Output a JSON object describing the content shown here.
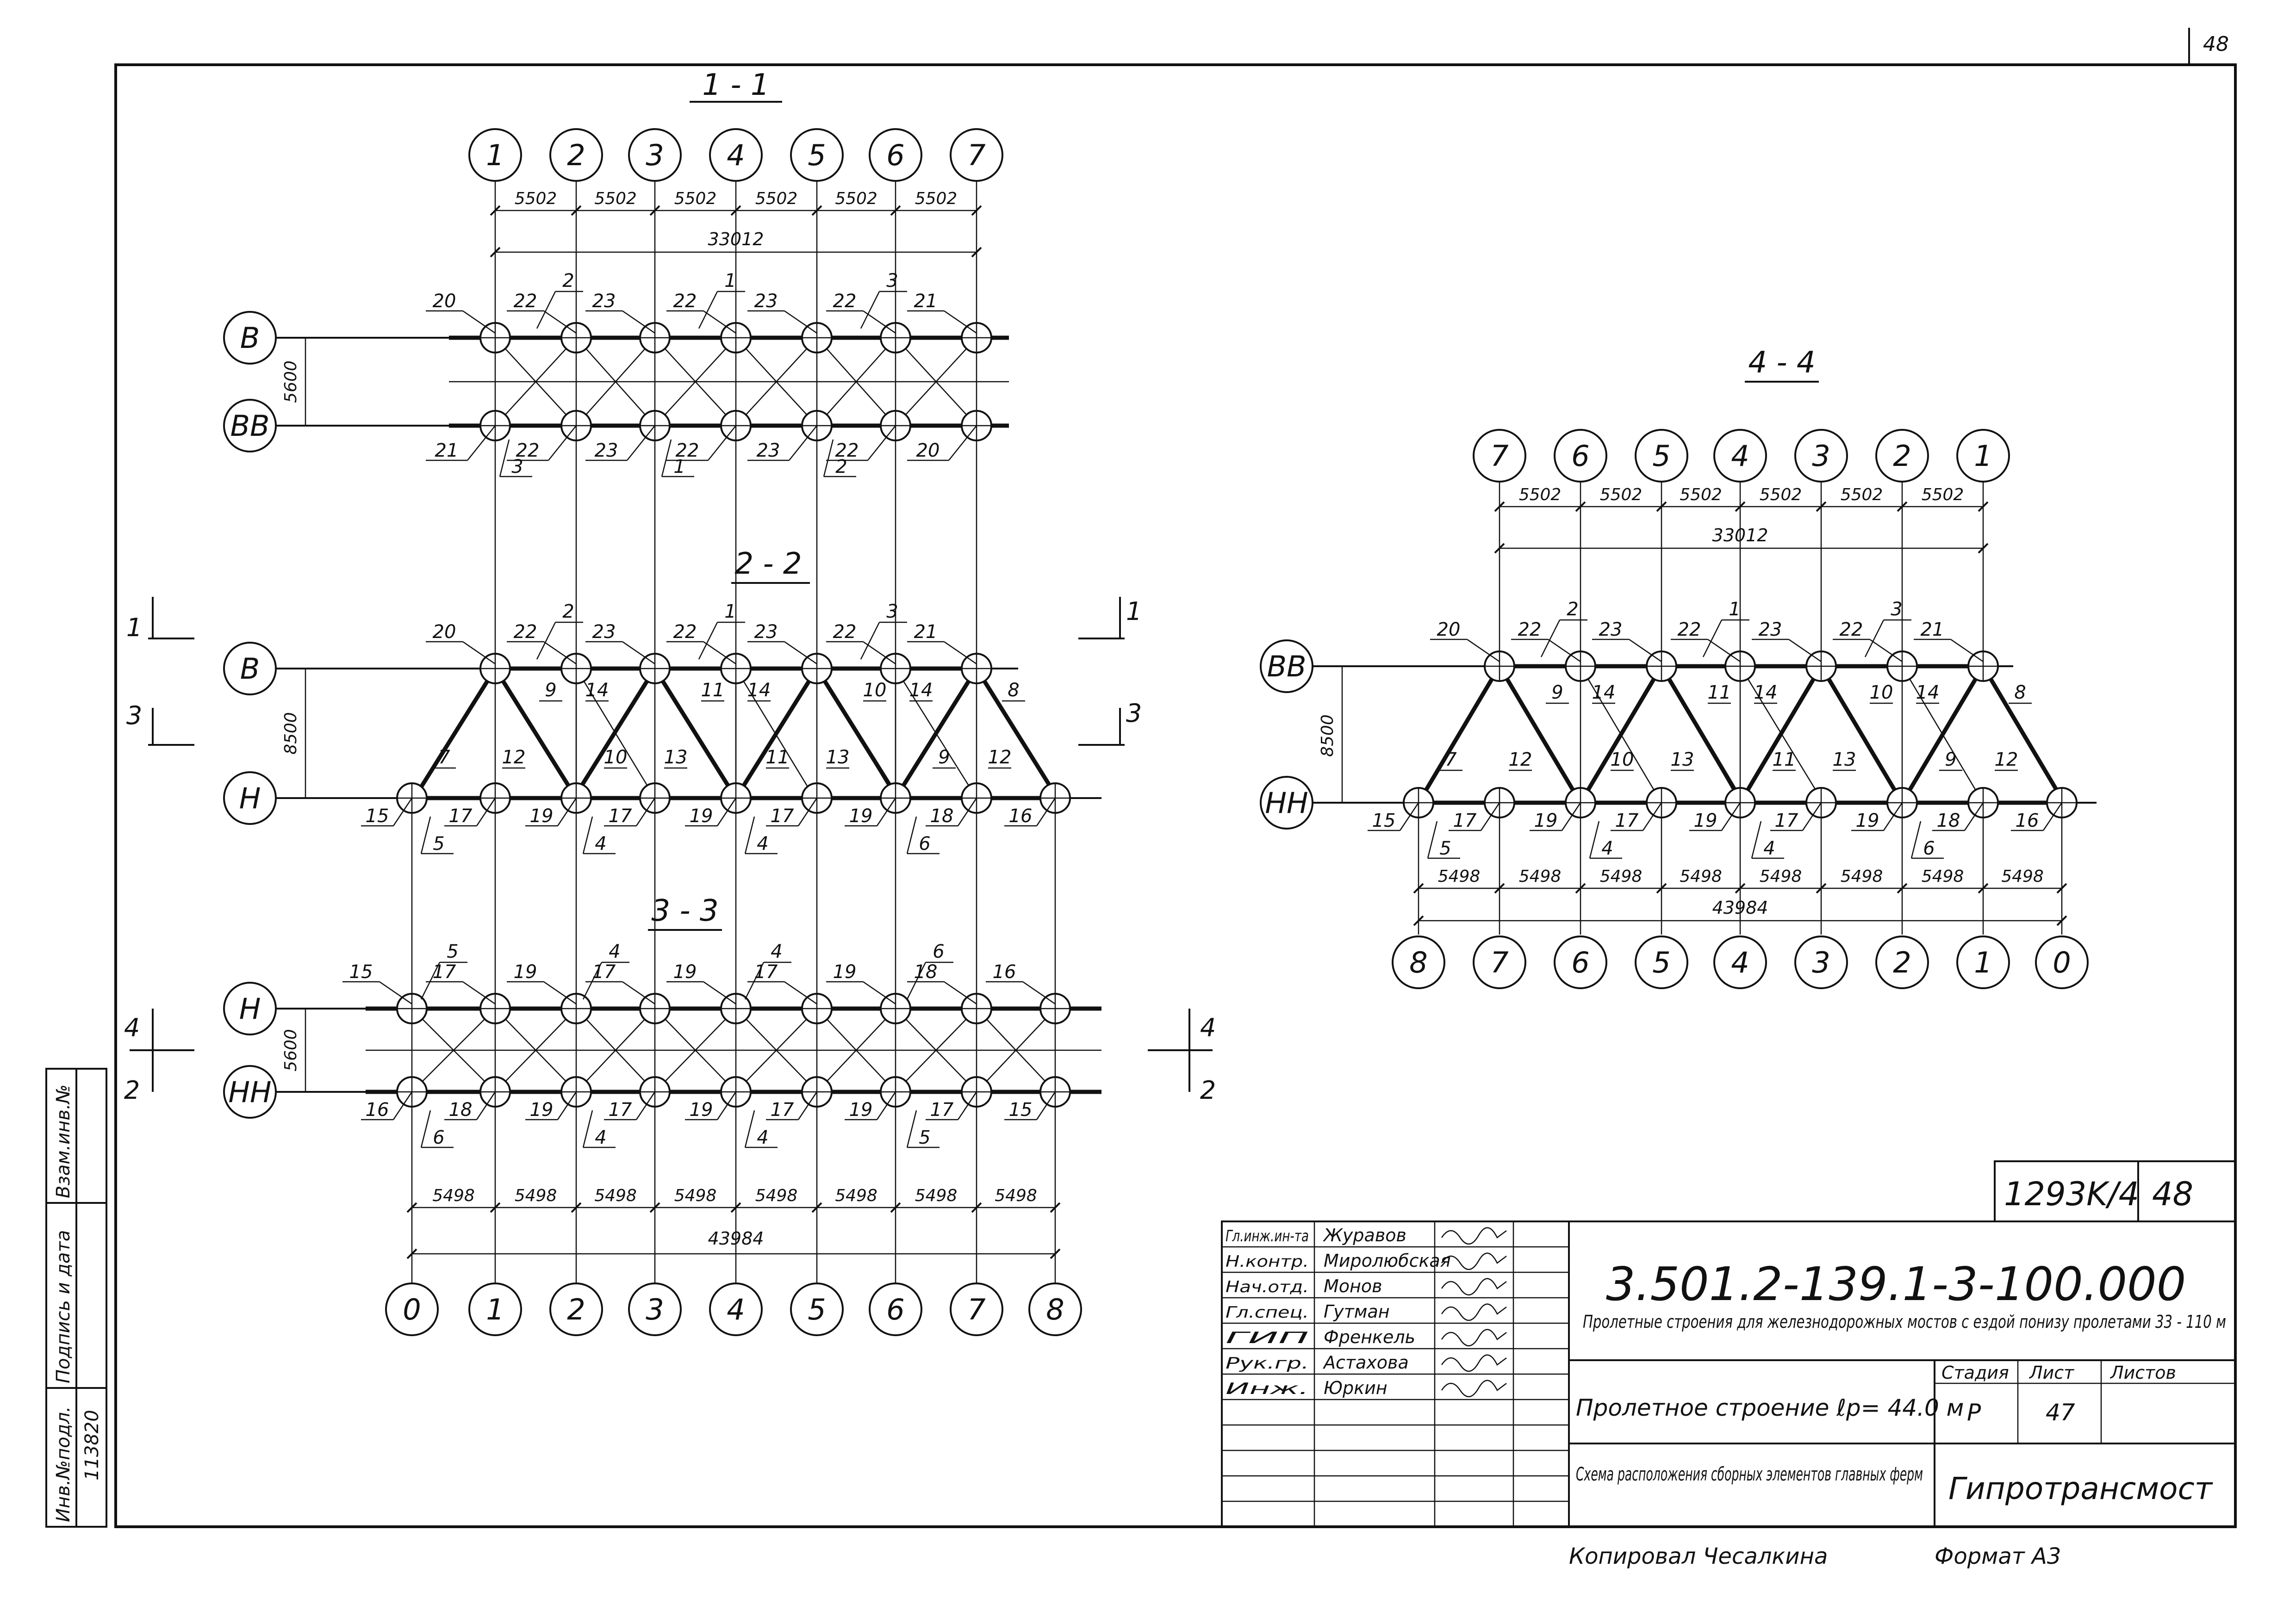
{
  "sections": {
    "s11": {
      "title": "1 - 1",
      "axes_top": [
        "1",
        "2",
        "3",
        "4",
        "5",
        "6",
        "7"
      ],
      "spans": [
        "5502",
        "5502",
        "5502",
        "5502",
        "5502",
        "5502"
      ],
      "total": "33012",
      "rows": [
        "B",
        "BB"
      ],
      "height": "5600",
      "top_nodes": [
        "20",
        "22",
        "23",
        "22",
        "23",
        "22",
        "21"
      ],
      "top_members": [
        "2",
        "1",
        "3"
      ],
      "bot_nodes": [
        "21",
        "22",
        "23",
        "22",
        "23",
        "22",
        "20"
      ],
      "bot_members": [
        "3",
        "1",
        "2"
      ]
    },
    "s22": {
      "title": "2 - 2",
      "rows": [
        "B",
        "H"
      ],
      "height": "8500",
      "top_nodes": [
        "20",
        "22",
        "23",
        "22",
        "23",
        "22",
        "21"
      ],
      "top_members": [
        "2",
        "1",
        "3"
      ],
      "diagonals": [
        "7",
        "12",
        "9",
        "14",
        "10",
        "13",
        "11",
        "14",
        "11",
        "13",
        "10",
        "14",
        "9",
        "12",
        "8"
      ],
      "bot_nodes": [
        "15",
        "17",
        "19",
        "17",
        "19",
        "17",
        "19",
        "18",
        "16"
      ],
      "bot_members": [
        "5",
        "4",
        "4",
        "6"
      ],
      "cut_marks": [
        "1",
        "3",
        "1",
        "3"
      ]
    },
    "s33": {
      "title": "3 - 3",
      "rows": [
        "H",
        "HH"
      ],
      "height": "5600",
      "top_nodes": [
        "15",
        "17",
        "19",
        "17",
        "19",
        "17",
        "19",
        "18",
        "16"
      ],
      "top_members": [
        "5",
        "4",
        "4",
        "6"
      ],
      "bot_nodes": [
        "16",
        "18",
        "19",
        "17",
        "19",
        "17",
        "19",
        "17",
        "15"
      ],
      "bot_members": [
        "6",
        "4",
        "4",
        "5"
      ],
      "spans": [
        "5498",
        "5498",
        "5498",
        "5498",
        "5498",
        "5498",
        "5498",
        "5498"
      ],
      "total": "43984",
      "axes_bottom": [
        "0",
        "1",
        "2",
        "3",
        "4",
        "5",
        "6",
        "7",
        "8"
      ],
      "cut_marks": [
        "4",
        "2",
        "4",
        "2"
      ]
    },
    "s44": {
      "title": "4 - 4",
      "axes_top": [
        "7",
        "6",
        "5",
        "4",
        "3",
        "2",
        "1"
      ],
      "spans_top": [
        "5502",
        "5502",
        "5502",
        "5502",
        "5502",
        "5502"
      ],
      "total_top": "33012",
      "rows": [
        "BB",
        "HH"
      ],
      "height": "8500",
      "top_nodes": [
        "20",
        "22",
        "23",
        "22",
        "23",
        "22",
        "21"
      ],
      "top_members": [
        "2",
        "1",
        "3"
      ],
      "diagonals": [
        "7",
        "12",
        "9",
        "14",
        "10",
        "13",
        "11",
        "14",
        "11",
        "13",
        "10",
        "14",
        "9",
        "12",
        "8"
      ],
      "bot_nodes": [
        "15",
        "17",
        "19",
        "17",
        "19",
        "17",
        "19",
        "18",
        "16"
      ],
      "bot_members": [
        "5",
        "4",
        "4",
        "6"
      ],
      "spans_bottom": [
        "5498",
        "5498",
        "5498",
        "5498",
        "5498",
        "5498",
        "5498",
        "5498"
      ],
      "total_bottom": "43984",
      "axes_bottom": [
        "8",
        "7",
        "6",
        "5",
        "4",
        "3",
        "2",
        "1",
        "0"
      ]
    }
  },
  "title_block": {
    "sheet_code": "1293K/4",
    "sheet_num": "48",
    "doc_number": "3.501.2-139.1-3-100.000",
    "project_title": "Пролетные строения для железнодорожных мостов с ездой понизу пролетами 33 - 110 м",
    "object_title": "Пролетное строение ℓp= 44.0 м",
    "drawing_title": "Схема расположения сборных элементов главных ферм",
    "stage_label": "Стадия",
    "sheet_label": "Лист",
    "sheets_label": "Листов",
    "stage": "Р",
    "sheet": "47",
    "organization": "Гипротрансмост",
    "staff": [
      {
        "role": "Гл.инж.ин-та",
        "name": "Журавов"
      },
      {
        "role": "Н.контр.",
        "name": "Миролюбская"
      },
      {
        "role": "Нач.отд.",
        "name": "Монов"
      },
      {
        "role": "Гл.спец.",
        "name": "Гутман"
      },
      {
        "role": "ГИП",
        "name": "Френкель"
      },
      {
        "role": "Рук.гр.",
        "name": "Астахова"
      },
      {
        "role": "Инж.",
        "name": "Юркин"
      }
    ]
  },
  "side_stamp": {
    "inv_label": "Инв.№подл.",
    "inv_value": "113820",
    "sign_label": "Подпись и дата",
    "replace_label": "Взам.инв.№"
  },
  "footer": {
    "copied": "Копировал Чесалкина",
    "format": "Формат А3"
  },
  "corner_mark": "48"
}
